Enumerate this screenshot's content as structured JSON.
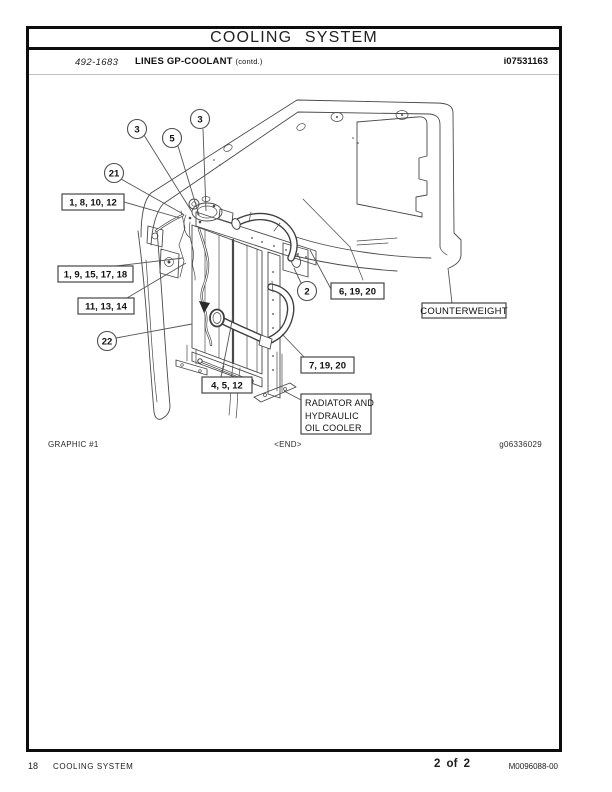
{
  "header": {
    "title": "COOLING SYSTEM",
    "part_number": "492-1683",
    "section_title": "LINES GP-COOLANT",
    "contd_note": "(contd.)",
    "doc_id": "i07531163"
  },
  "figure": {
    "callouts": {
      "circle_3_left": "3",
      "circle_5": "5",
      "circle_3_right": "3",
      "circle_21": "21",
      "circle_22": "22",
      "circle_2": "2",
      "box_1_8_10_12": "1, 8, 10, 12",
      "box_1_9_15_17_18": "1, 9, 15, 17, 18",
      "box_11_13_14": "11, 13, 14",
      "box_4_5_12": "4, 5, 12",
      "box_6_19_20": "6, 19, 20",
      "box_7_19_20": "7, 19, 20",
      "box_counterweight": "COUNTERWEIGHT",
      "box_radiator_line1": "RADIATOR AND",
      "box_radiator_line2": "HYDRAULIC",
      "box_radiator_line3": "OIL COOLER"
    },
    "caption_left": "GRAPHIC #1",
    "caption_center": "<END>",
    "caption_right": "g06336029"
  },
  "footer": {
    "page_number": "18",
    "section": "COOLING SYSTEM",
    "page_indicator": "2 of 2",
    "media_number": "M0096088-00"
  },
  "colors": {
    "ink": "#0d0d0d",
    "line_art": "#4a4a4a"
  }
}
